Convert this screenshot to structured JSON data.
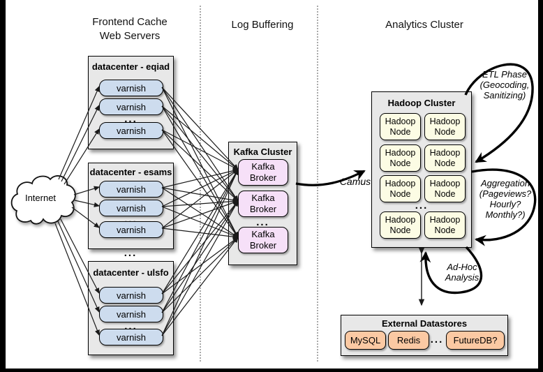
{
  "sections": {
    "frontend": {
      "label": "Frontend Cache\nWeb Servers"
    },
    "log_buffering": {
      "label": "Log Buffering"
    },
    "analytics": {
      "label": "Analytics Cluster"
    }
  },
  "internet": {
    "label": "Internet"
  },
  "frontend_cache": {
    "datacenters": [
      {
        "title": "datacenter - eqiad",
        "nodes": [
          "varnish",
          "varnish",
          "varnish"
        ],
        "dots": "..."
      },
      {
        "title": "datacenter - esams",
        "nodes": [
          "varnish",
          "varnish",
          "varnish"
        ],
        "dots": "..."
      },
      {
        "title": "datacenter - ulsfo",
        "nodes": [
          "varnish",
          "varnish",
          "varnish"
        ],
        "dots": "..."
      }
    ],
    "gap_dots": "..."
  },
  "kafka": {
    "title": "Kafka Cluster",
    "brokers": [
      "Kafka\nBroker",
      "Kafka\nBroker",
      "Kafka\nBroker"
    ],
    "dots": "..."
  },
  "hadoop": {
    "title": "Hadoop Cluster",
    "nodes": [
      "Hadoop\nNode",
      "Hadoop\nNode",
      "Hadoop\nNode",
      "Hadoop\nNode",
      "Hadoop\nNode",
      "Hadoop\nNode",
      "Hadoop\nNode",
      "Hadoop\nNode"
    ],
    "dots": "..."
  },
  "datastores": {
    "title": "External Datastores",
    "items": [
      "MySQL",
      "Redis",
      "FutureDB?"
    ],
    "dots": "..."
  },
  "annotations": {
    "camus": "Camus",
    "etl_phase": "ETL Phase\n(Geocoding,\nSanitizing)",
    "aggregation": "Aggregation\n(Pageviews?\nHourly?\nMonthly?)",
    "ad_hoc": "Ad-Hoc\nAnalysis"
  },
  "colors": {
    "varnish_node": "#cddcee",
    "kafka_broker": "#f6e0f8",
    "hadoop_node": "#fcfce4",
    "datastore_item": "#fbc9a3",
    "panel": "#e8e8e8"
  }
}
